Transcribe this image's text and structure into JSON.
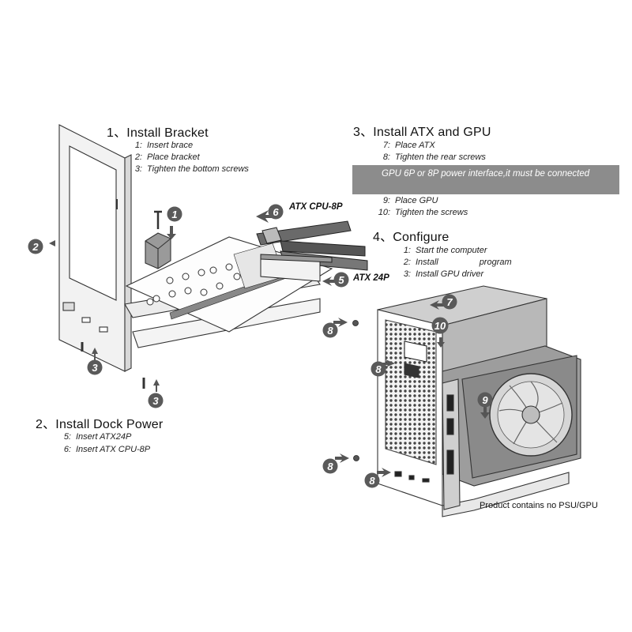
{
  "section1": {
    "title": "1、Install Bracket",
    "steps": [
      {
        "num": "1:",
        "text": "Insert brace"
      },
      {
        "num": "2:",
        "text": "Place bracket"
      },
      {
        "num": "3:",
        "text": "Tighten the bottom screws"
      }
    ]
  },
  "section2": {
    "title": "2、Install Dock Power",
    "steps": [
      {
        "num": "5:",
        "text": "Insert ATX24P"
      },
      {
        "num": "6:",
        "text": "Insert ATX CPU-8P"
      }
    ]
  },
  "section3": {
    "title": "3、Install ATX and GPU",
    "steps": [
      {
        "num": "7:",
        "text": "Place ATX"
      },
      {
        "num": "8:",
        "text": "Tighten the rear screws"
      }
    ],
    "banner": "GPU  6P or 8P power interface,it must be connected",
    "steps_after": [
      {
        "num": "9:",
        "text": "Place GPU"
      },
      {
        "num": "10:",
        "text": "Tighten the screws"
      }
    ]
  },
  "section4": {
    "title": "4、Configure",
    "steps": [
      {
        "num": "1:",
        "text": "Start the computer"
      },
      {
        "num": "2:",
        "text": "Install                 program"
      },
      {
        "num": "3:",
        "text": "Install GPU driver"
      }
    ]
  },
  "callouts": {
    "atx_cpu": "ATX CPU-8P",
    "atx_24p": "ATX 24P"
  },
  "badges": [
    "1",
    "2",
    "3",
    "3",
    "5",
    "6",
    "7",
    "8",
    "8",
    "8",
    "8",
    "9",
    "10"
  ],
  "footer_note": "Product contains no PSU/GPU",
  "colors": {
    "badge": "#5a5a5a",
    "banner": "#8c8c8c",
    "line_art": "#333333"
  }
}
